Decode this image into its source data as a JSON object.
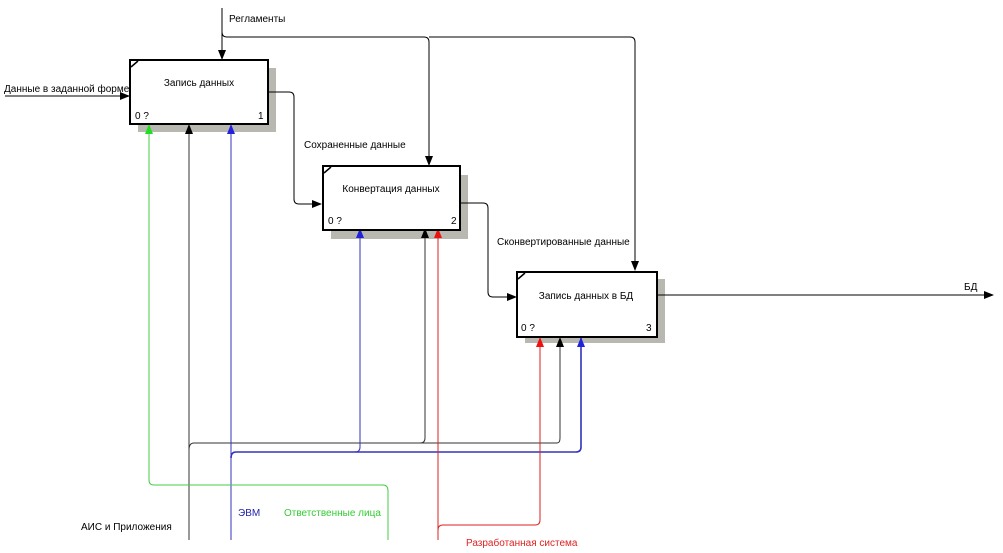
{
  "diagram": {
    "type": "IDEF0",
    "boxes": [
      {
        "id": "box-1",
        "title": "Запись данных",
        "cost": "0 ?",
        "number": "1"
      },
      {
        "id": "box-2",
        "title": "Конвертация данных",
        "cost": "0 ?",
        "number": "2"
      },
      {
        "id": "box-3",
        "title": "Запись данных в БД",
        "cost": "0 ?",
        "number": "3"
      }
    ],
    "arrows": {
      "input": "Данные в заданной форме",
      "control": "Регламенты",
      "saved": "Сохраненные данные",
      "converted": "Сконвертированные данные",
      "output": "БД",
      "mech_ais": "АИС и Приложения",
      "mech_evm": "ЭВМ",
      "mech_people": "Ответственные лица",
      "mech_system": "Разработанная система"
    },
    "colors": {
      "black": "#000000",
      "gray_line": "#333333",
      "blue": "#2222bb",
      "green": "#33cc33",
      "red": "#dd1111",
      "shadow": "#b8b8b0"
    }
  }
}
